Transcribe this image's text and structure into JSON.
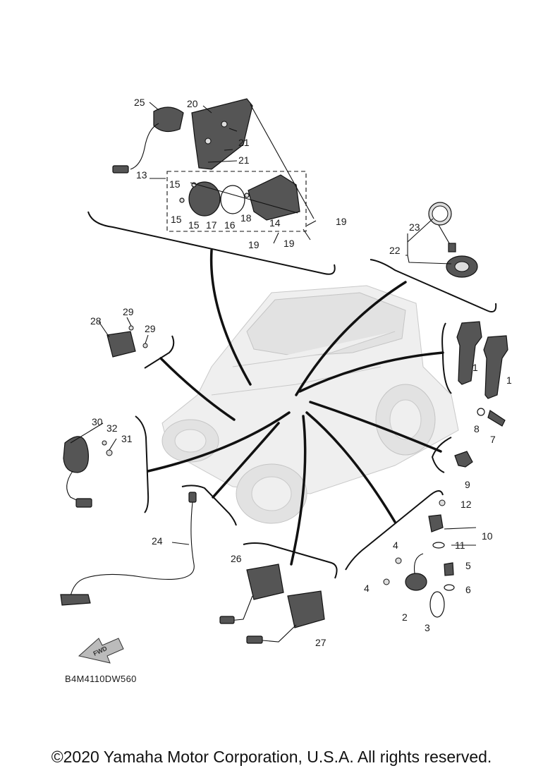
{
  "diagram": {
    "code": "B4M4110DW560",
    "fwd_label": "FWD",
    "callouts": [
      "1",
      "1",
      "2",
      "3",
      "4",
      "4",
      "5",
      "6",
      "7",
      "8",
      "9",
      "10",
      "11",
      "12",
      "13",
      "14",
      "15",
      "15",
      "15",
      "16",
      "17",
      "18",
      "19",
      "19",
      "19",
      "20",
      "21",
      "21",
      "22",
      "23",
      "24",
      "25",
      "26",
      "27",
      "28",
      "29",
      "29",
      "30",
      "31",
      "32"
    ]
  },
  "footer": {
    "copyright": "©2020 Yamaha Motor Corporation, U.S.A. All rights reserved."
  }
}
